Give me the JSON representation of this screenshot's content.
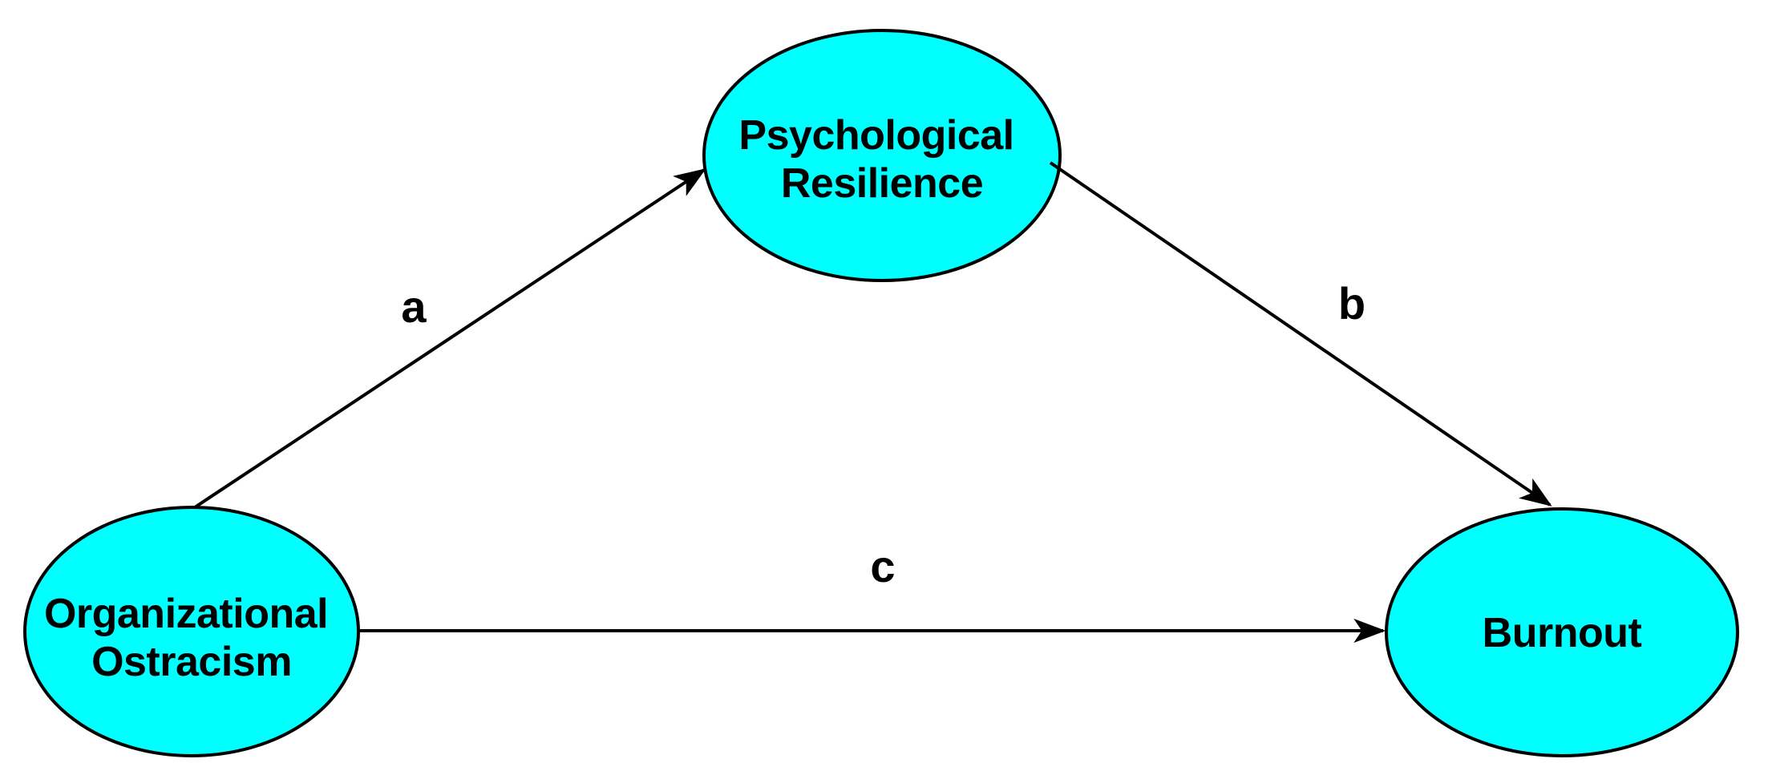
{
  "diagram": {
    "kind": "mediation-path-model",
    "colors": {
      "node_fill": "#00ffff",
      "node_stroke": "#000000",
      "edge_stroke": "#000000",
      "text": "#000000",
      "background": "#ffffff"
    },
    "nodes": {
      "organizational_ostracism": {
        "id": "organizational-ostracism",
        "label": "Organizational Ostracism",
        "line1": "Organizational",
        "line2": "Ostracism",
        "shape": "ellipse"
      },
      "psychological_resilience": {
        "id": "psychological-resilience",
        "label": "Psychological Resilience",
        "line1": "Psychological",
        "line2": "Resilience",
        "shape": "ellipse"
      },
      "burnout": {
        "id": "burnout",
        "label": "Burnout",
        "line1": "Burnout",
        "shape": "ellipse"
      }
    },
    "edges": {
      "a": {
        "label": "a",
        "from": "Organizational Ostracism",
        "to": "Psychological Resilience",
        "style": "arrow"
      },
      "b": {
        "label": "b",
        "from": "Psychological Resilience",
        "to": "Burnout",
        "style": "arrow"
      },
      "c": {
        "label": "c",
        "from": "Organizational Ostracism",
        "to": "Burnout",
        "style": "arrow"
      }
    }
  }
}
